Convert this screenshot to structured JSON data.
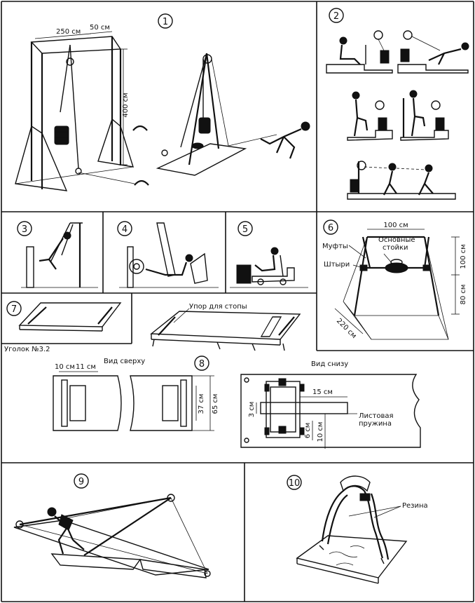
{
  "panels": {
    "p1": {
      "number": "1",
      "dim_width": "250 см",
      "dim_depth": "50 см",
      "dim_height": "400 см"
    },
    "p2": {
      "number": "2"
    },
    "p3": {
      "number": "3"
    },
    "p4": {
      "number": "4"
    },
    "p5": {
      "number": "5"
    },
    "p6": {
      "number": "6",
      "dim_top": "100 см",
      "label_couplings": "Муфты",
      "label_main_posts_1": "Основные",
      "label_main_posts_2": "стойки",
      "label_pins": "Штыри",
      "dim_right_upper": "100 см",
      "dim_right_lower": "80 см",
      "dim_base": "220 см"
    },
    "p7": {
      "number": "7",
      "label_foot_stop": "Упор для стопы",
      "caption": "Уголок №3.2"
    },
    "p8": {
      "number": "8",
      "title_top_view": "Вид сверху",
      "title_bottom_view": "Вид снизу",
      "dim_10": "10 см",
      "dim_11": "11 см",
      "dim_37": "37 см",
      "dim_65": "65 см",
      "dim_15": "15 см",
      "dim_3": "3 см",
      "dim_6": "6 см",
      "dim_10b": "10 см",
      "label_leaf_spring_1": "Листовая",
      "label_leaf_spring_2": "пружина"
    },
    "p9": {
      "number": "9"
    },
    "p10": {
      "number": "10",
      "label_rubber": "Резина"
    }
  }
}
